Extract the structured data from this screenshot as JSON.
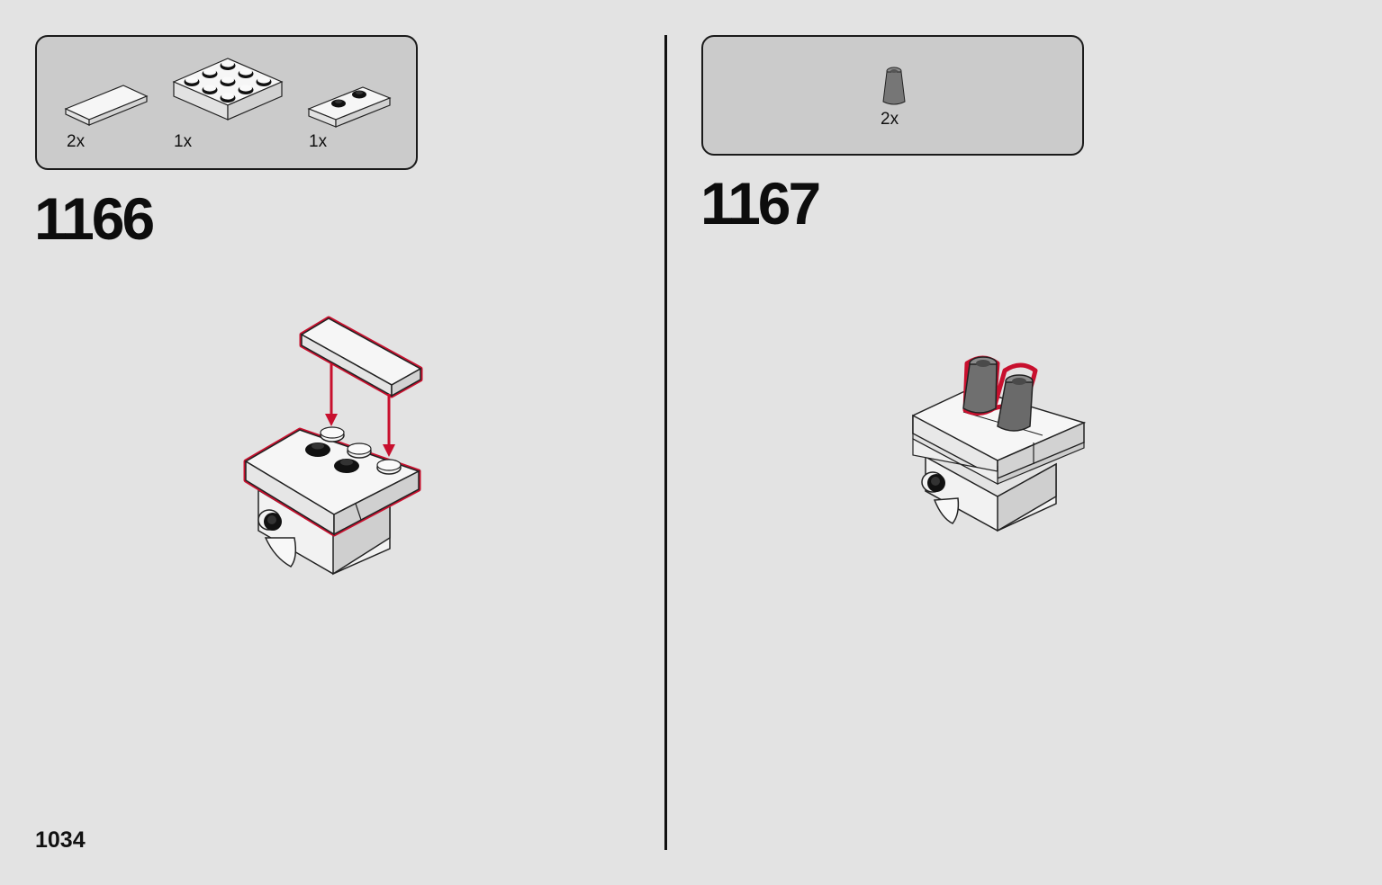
{
  "page": {
    "page_number": "1034"
  },
  "steps": [
    {
      "number": "1166",
      "parts": [
        {
          "icon": "white-tile-1x4-icon",
          "qty": "2x"
        },
        {
          "icon": "white-plate-3x3-icon",
          "qty": "1x"
        },
        {
          "icon": "white-jumper-plate-icon",
          "qty": "1x"
        }
      ]
    },
    {
      "number": "1167",
      "parts": [
        {
          "icon": "gray-cone-1x1-icon",
          "qty": "2x"
        }
      ]
    }
  ],
  "colors": {
    "background": "#e3e3e3",
    "parts_box": "#cbcbcb",
    "highlight": "#c8102e",
    "brick_white": "#f4f4f4",
    "brick_gray": "#6b6b6b"
  }
}
